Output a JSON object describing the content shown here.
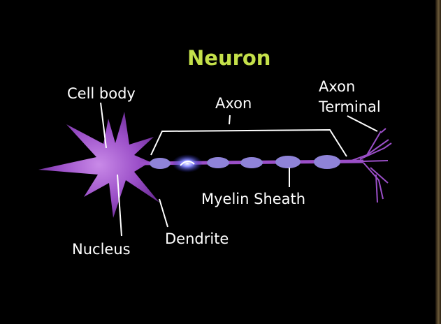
{
  "title": "Neuron",
  "labels": {
    "cell_body": "Cell body",
    "axon": "Axon",
    "axon_terminal_line1": "Axon",
    "axon_terminal_line2": "Terminal",
    "myelin_sheath": "Myelin Sheath",
    "dendrite": "Dendrite",
    "nucleus": "Nucleus"
  },
  "colors": {
    "background": "#000000",
    "title": "#c4e04a",
    "neuron": "#9b4fc8",
    "myelin": "#8f83d8",
    "signal": "#6a6cff",
    "label": "#ffffff"
  }
}
